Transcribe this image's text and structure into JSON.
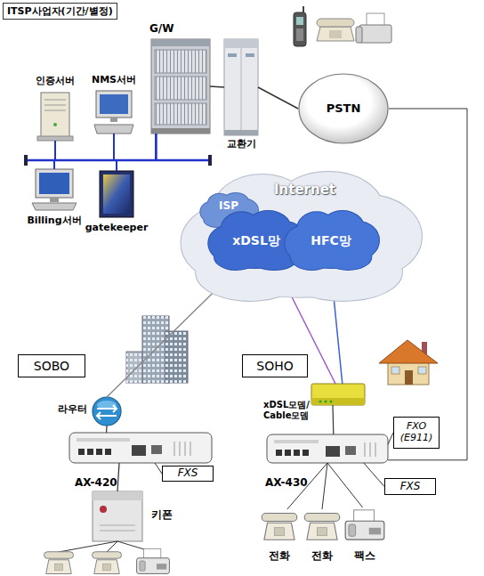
{
  "diagram": {
    "title": "ITSP사업자(기간/별정)",
    "nodes": [
      {
        "text": [
          "G/W"
        ]
      },
      {
        "text": [
          "인증서버"
        ]
      },
      {
        "text": [
          "NMS서버"
        ]
      },
      {
        "text": [
          "Billing서버"
        ]
      },
      {
        "text": [
          "gatekeeper"
        ]
      },
      {
        "text": [
          "교환기"
        ]
      },
      {
        "text": [
          "PSTN"
        ]
      },
      {
        "text": [
          "Internet"
        ]
      },
      {
        "text": [
          "ISP"
        ],
        "in": 7
      },
      {
        "text": [
          "xDSL망"
        ],
        "in": 7
      },
      {
        "text": [
          "HFC망"
        ],
        "in": 7
      },
      {
        "text": [
          "SOBO"
        ]
      },
      {
        "text": [
          "SOHO"
        ]
      },
      {
        "text": [
          "라우터"
        ]
      },
      {
        "text": [
          "xDSL모뎀/ Cable모뎀"
        ]
      },
      {
        "text": [
          "AX-420"
        ]
      },
      {
        "text": [
          "FXS"
        ]
      },
      {
        "text": [
          "키폰"
        ]
      },
      {
        "text": [
          "AX-430"
        ]
      },
      {
        "text": [
          "FXO (E911)"
        ]
      },
      {
        "text": [
          "FXS"
        ]
      },
      {
        "text": [
          "전화"
        ]
      },
      {
        "text": [
          "전화"
        ]
      },
      {
        "text": [
          "팩스"
        ]
      }
    ],
    "edges": [
      {
        "from": 0,
        "to": 1,
        "arrow": "none"
      },
      {
        "from": 0,
        "to": 2,
        "arrow": "none"
      },
      {
        "from": 0,
        "to": 3,
        "arrow": "none"
      },
      {
        "from": 0,
        "to": 4,
        "arrow": "none"
      },
      {
        "from": 0,
        "to": 5,
        "arrow": "none"
      },
      {
        "from": 5,
        "to": 6,
        "arrow": "none"
      },
      {
        "from": 6,
        "to": 18,
        "arrow": "none"
      },
      {
        "from": 9,
        "to": 13,
        "arrow": "none"
      },
      {
        "from": 9,
        "to": 14,
        "arrow": "none"
      },
      {
        "from": 10,
        "to": 14,
        "arrow": "none"
      },
      {
        "from": 13,
        "to": 15,
        "arrow": "none"
      },
      {
        "from": 15,
        "to": 17,
        "arrow": "none"
      },
      {
        "from": 16,
        "to": 15,
        "arrow": "none"
      },
      {
        "from": 14,
        "to": 18,
        "arrow": "none"
      },
      {
        "from": 19,
        "to": 18,
        "arrow": "none"
      },
      {
        "from": 20,
        "to": 18,
        "arrow": "none"
      },
      {
        "from": 18,
        "to": 21,
        "arrow": "none"
      },
      {
        "from": 18,
        "to": 22,
        "arrow": "none"
      },
      {
        "from": 18,
        "to": 23,
        "arrow": "none"
      }
    ]
  }
}
